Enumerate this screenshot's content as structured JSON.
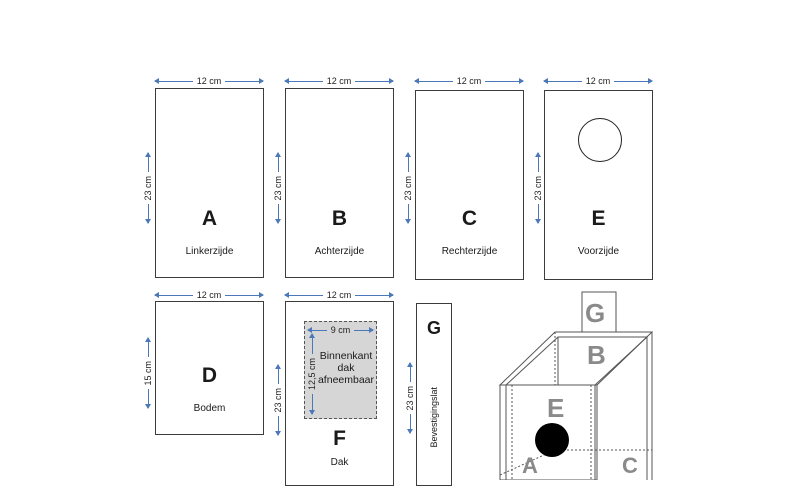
{
  "panels": [
    {
      "id": "A",
      "letter": "A",
      "name": "Linkerzijde",
      "width": "12 cm",
      "height": "23 cm"
    },
    {
      "id": "B",
      "letter": "B",
      "name": "Achterzijde",
      "width": "12 cm",
      "height": "23 cm"
    },
    {
      "id": "C",
      "letter": "C",
      "name": "Rechterzijde",
      "width": "12 cm",
      "height": "23 cm"
    },
    {
      "id": "E",
      "letter": "E",
      "name": "Voorzijde",
      "width": "12 cm",
      "height": "23 cm"
    },
    {
      "id": "D",
      "letter": "D",
      "name": "Bodem",
      "width": "12 cm",
      "height": "15 cm"
    },
    {
      "id": "F",
      "letter": "F",
      "name": "Dak",
      "width": "12 cm",
      "height": "23 cm",
      "inset": {
        "width": "9 cm",
        "height": "12,5 cm",
        "line1": "Binnenkant",
        "line2": "dak",
        "line3": "afneembaar"
      }
    },
    {
      "id": "G",
      "letter": "G",
      "name": "Bevestigingslat",
      "height": "23 cm"
    }
  ],
  "assembly": {
    "letters": [
      "G",
      "B",
      "E",
      "A",
      "C"
    ]
  },
  "colors": {
    "dimension_arrow": "#4a78b8",
    "panel_border": "#3c3c3c",
    "roof_inset": "#d6d6d6",
    "assembly_letters": "#8a8a8a"
  }
}
